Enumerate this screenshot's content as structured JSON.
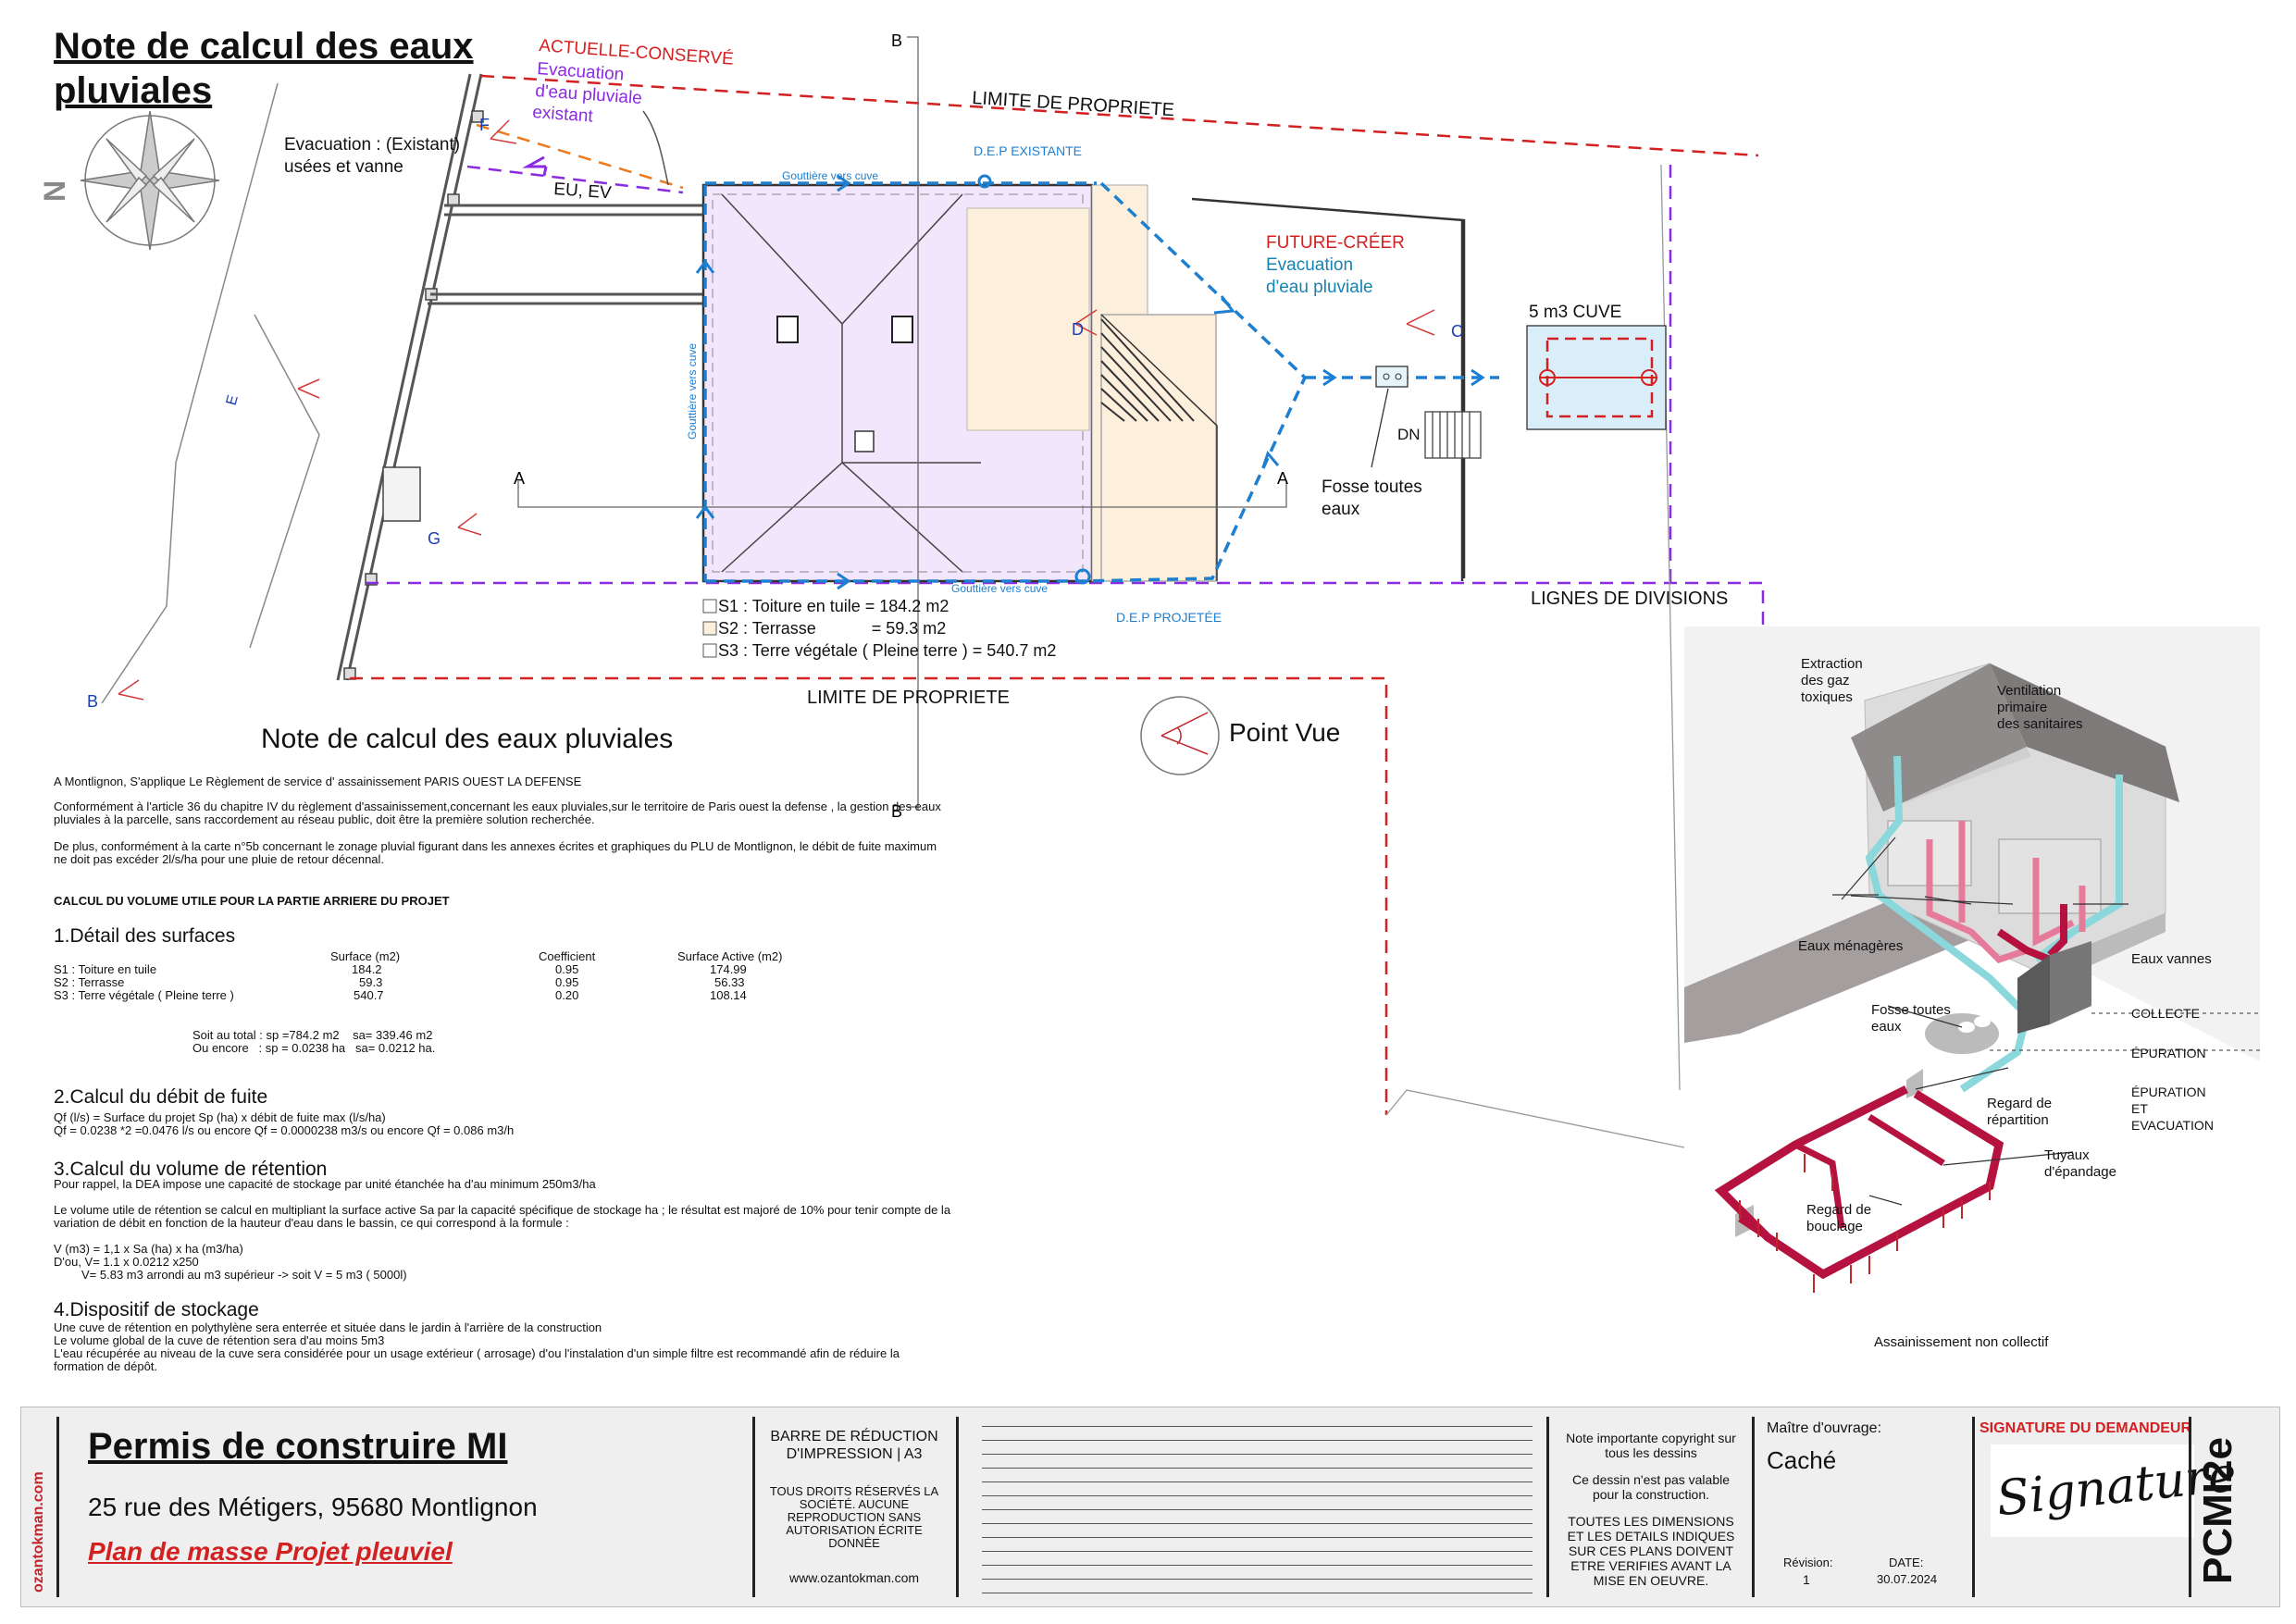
{
  "main_title": "Note de calcul des eaux pluviales",
  "plan": {
    "actuelle": {
      "title": "ACTUELLE-CONSERVÉ",
      "sub1": "Evacuation",
      "sub2": "d'eau pluviale",
      "sub3": "existant"
    },
    "future": {
      "title": "FUTURE-CRÉER",
      "sub1": "Evacuation",
      "sub2": "d'eau pluviale"
    },
    "evacuation_existant": {
      "l1": "Evacuation : (Existant)",
      "l2": "usées et vanne"
    },
    "eu_ev": "EU, EV",
    "limite_top": "LIMITE DE PROPRIETE",
    "limite_bottom": "LIMITE DE PROPRIETE",
    "lignes_divisions": "LIGNES DE DIVISIONS",
    "dep_existante": "D.E.P EXISTANTE",
    "dep_projetee": "D.E.P PROJETÉE",
    "gouttiere_top": "Gouttière vers cuve",
    "gouttiere_bottom": "Gouttière vers cuve",
    "gouttiere_side": "Gouttière vers cuve",
    "cuve": "5 m3 CUVE",
    "fosse": {
      "l1": "Fosse toutes",
      "l2": "eaux"
    },
    "dn": "DN",
    "north": "N",
    "points": {
      "a1": "A",
      "a2": "A",
      "b1": "B",
      "b2": "B",
      "b3": "B",
      "c": "C",
      "d": "D",
      "e": "E",
      "f": "F",
      "g": "G"
    },
    "legend": [
      "S1 : Toiture en tuile = 184.2 m2",
      "S2 : Terrasse            = 59.3 m2",
      "S3 : Terre végétale ( Pleine terre ) = 540.7 m2"
    ],
    "point_vue": "Point Vue"
  },
  "note": {
    "title": "Note de calcul des eaux pluviales",
    "p1": "A Montlignon, S'applique Le Règlement de service d' assainissement PARIS OUEST LA DEFENSE",
    "p2a": "Conformément à l'article 36 du chapitre IV du règlement d'assainissement,concernant les eaux pluviales,sur le territoire de Paris ouest la defense , la gestion des eaux",
    "p2b": "pluviales à la parcelle, sans raccordement au réseau public, doit être la première solution recherchée.",
    "p3a": "De plus, conformément à la carte n°5b concernant le zonage pluvial figurant dans les annexes écrites et graphiques du PLU de Montlignon, le débit de fuite maximum",
    "p3b": "ne doit pas excéder 2l/s/ha pour une pluie de retour décennal.",
    "calc_title": "CALCUL DU VOLUME UTILE POUR LA PARTIE ARRIERE DU PROJET",
    "s1_title": "1.Détail des surfaces",
    "table": {
      "headers": [
        "Surface (m2)",
        "Coefficient",
        "Surface Active (m2)"
      ],
      "rows": [
        {
          "label": "S1 : Toiture en tuile",
          "surface": "184.2",
          "coef": "0.95",
          "active": "174.99"
        },
        {
          "label": "S2 : Terrasse",
          "surface": "59.3",
          "coef": "0.95",
          "active": "56.33"
        },
        {
          "label": "S3 : Terre végétale ( Pleine terre )",
          "surface": "540.7",
          "coef": "0.20",
          "active": "108.14"
        }
      ],
      "total1": "Soit au total : sp =784.2 m2    sa= 339.46 m2",
      "total2": "Ou encore   : sp = 0.0238 ha   sa= 0.0212 ha."
    },
    "s2_title": "2.Calcul du débit de fuite",
    "s2_l1": "Qf (l/s) = Surface du projet Sp (ha) x débit de fuite max (l/s/ha)",
    "s2_l2": "Qf = 0.0238 *2 =0.0476 l/s ou encore Qf = 0.0000238 m3/s ou encore Qf = 0.086 m3/h",
    "s3_title": "3.Calcul du volume de rétention",
    "s3_l1": "Pour rappel, la DEA impose une capacité de stockage par unité étanchée ha d'au minimum 250m3/ha",
    "s3_l2": "Le volume utile de rétention se calcul en multipliant la surface active Sa par la capacité spécifique de stockage ha ; le résultat est majoré de 10% pour tenir compte de la",
    "s3_l3": "variation de débit en fonction de la hauteur d'eau dans le bassin, ce qui correspond à la formule :",
    "s3_l4": "V (m3) = 1,1 x Sa (ha) x ha (m3/ha)",
    "s3_l5": "D'ou, V= 1.1 x 0.0212 x250",
    "s3_l6": "V= 5.83 m3 arrondi au m3 supérieur -> soit V = 5 m3 ( 5000l)",
    "s4_title": "4.Dispositif de stockage",
    "s4_l1": "Une cuve de rétention en polythylène sera enterrée et située dans le jardin à l'arrière de la construction",
    "s4_l2": "Le volume global de la cuve de rétention sera d'au moins 5m3",
    "s4_l3": "L'eau récupérée au niveau de la cuve sera considérée pour un usage extérieur ( arrosage) d'ou l'instalation d'un simple filtre est recommandé afin de réduire la",
    "s4_l4": "formation de dépôt."
  },
  "sanit": {
    "extraction": [
      "Extraction",
      "des gaz",
      "toxiques"
    ],
    "ventilation": [
      "Ventilation",
      "primaire",
      "des sanitaires"
    ],
    "menageres": "Eaux ménagères",
    "vannes": "Eaux vannes",
    "fosse": [
      "Fosse toutes",
      "eaux"
    ],
    "collecte": "COLLECTE",
    "epuration": "ÉPURATION",
    "epuration_evac": [
      "ÉPURATION",
      "ET",
      "EVACUATION"
    ],
    "regard_rep": [
      "Regard de",
      "répartition"
    ],
    "tuyaux": [
      "Tuyaux",
      "d'épandage"
    ],
    "regard_bouc": [
      "Regard de",
      "bouclage"
    ],
    "caption": "Assainissement non collectif"
  },
  "titleblock": {
    "site": "ozantokman.com",
    "project": "Permis de construire MI",
    "address": "25 rue des Métigers, 95680  Montlignon",
    "plan_name": "Plan de masse Projet  pleuviel",
    "barre": [
      "BARRE DE RÉDUCTION",
      "D'IMPRESSION | A3"
    ],
    "rights": [
      "TOUS DROITS RÉSERVÉS LA",
      "SOCIÉTÉ. AUCUNE",
      "REPRODUCTION SANS",
      "AUTORISATION ÉCRITE",
      "DONNÉE"
    ],
    "website": "www.ozantokman.com",
    "copyright": [
      "Note importante copyright sur",
      "tous les dessins"
    ],
    "not_valid": [
      "Ce dessin n'est pas valable",
      "pour la construction."
    ],
    "warning": [
      "TOUTES LES DIMENSIONS",
      "ET LES DETAILS INDIQUES",
      "SUR CES PLANS DOIVENT",
      "ETRE VERIFIES AVANT LA",
      "MISE EN OEUVRE."
    ],
    "maitre_label": "Maître d'ouvrage:",
    "maitre_value": "Caché",
    "revision_label": "Révision:",
    "revision_value": "1",
    "date_label": "DATE:",
    "date_value": "30.07.2024",
    "signature_title": "SIGNATURE DU DEMANDEUR",
    "signature": "Signature",
    "code": "PCMI2e"
  },
  "colors": {
    "red": "#d32020",
    "purple": "#8a2be2",
    "blue": "#1e7fd0",
    "crimson": "#b5123f",
    "cyan": "#8ad7dc"
  }
}
